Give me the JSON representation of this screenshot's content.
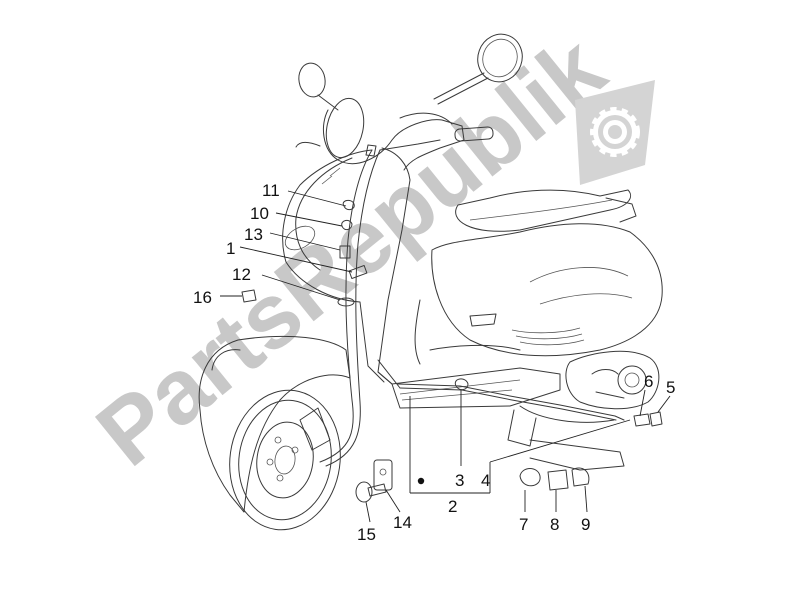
{
  "watermark": {
    "text": "PartsRepublik",
    "icon": "gear-icon",
    "color": "#c8c8c8"
  },
  "callouts": [
    {
      "id": "c1",
      "label": "1"
    },
    {
      "id": "c2",
      "label": "2"
    },
    {
      "id": "c3",
      "label": "3"
    },
    {
      "id": "c4",
      "label": "4"
    },
    {
      "id": "c5",
      "label": "5"
    },
    {
      "id": "c6",
      "label": "6"
    },
    {
      "id": "c7",
      "label": "7"
    },
    {
      "id": "c8",
      "label": "8"
    },
    {
      "id": "c9",
      "label": "9"
    },
    {
      "id": "c10",
      "label": "10"
    },
    {
      "id": "c11",
      "label": "11"
    },
    {
      "id": "c12",
      "label": "12"
    },
    {
      "id": "c13",
      "label": "13"
    },
    {
      "id": "c14",
      "label": "14"
    },
    {
      "id": "c15",
      "label": "15"
    },
    {
      "id": "c16",
      "label": "16"
    }
  ]
}
